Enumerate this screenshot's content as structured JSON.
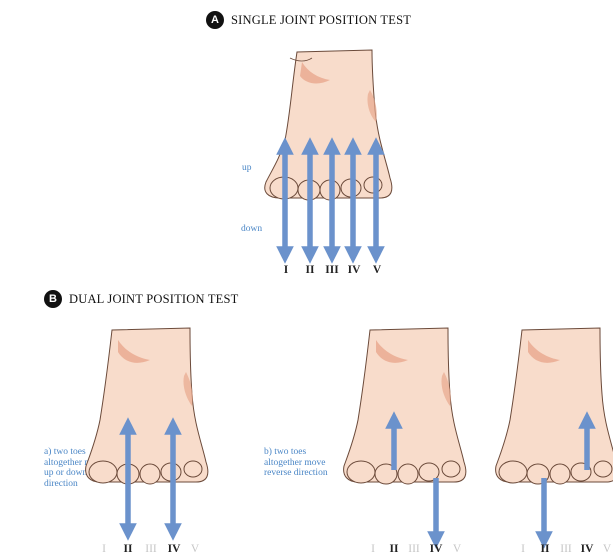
{
  "section_a": {
    "badge": "A",
    "title": "SINGLE JOINT POSITION TEST"
  },
  "section_b": {
    "badge": "B",
    "title": "DUAL JOINT POSITION TEST"
  },
  "labels": {
    "up": "up",
    "down": "down",
    "option_a": [
      "a) two toes",
      "altogether move",
      "up or down",
      "direction"
    ],
    "option_b": [
      "b) two toes",
      "altogether move",
      "reverse direction"
    ]
  },
  "toes": [
    "I",
    "II",
    "III",
    "IV",
    "V"
  ],
  "panels": {
    "top": {
      "active": [
        "I",
        "II",
        "III",
        "IV",
        "V"
      ]
    },
    "b_left": {
      "active": [
        "II",
        "IV"
      ]
    },
    "b_mid": {
      "active": [
        "II",
        "IV"
      ]
    },
    "b_right": {
      "active": [
        "II",
        "IV"
      ]
    }
  },
  "colors": {
    "skin": "#f8dccb",
    "skin_outline": "#6b4a3a",
    "skin_shadow": "#e8a88d",
    "arrow": "#6b92cc",
    "label_blue": "#4a86c6",
    "dim_label": "#c6c6c6"
  }
}
